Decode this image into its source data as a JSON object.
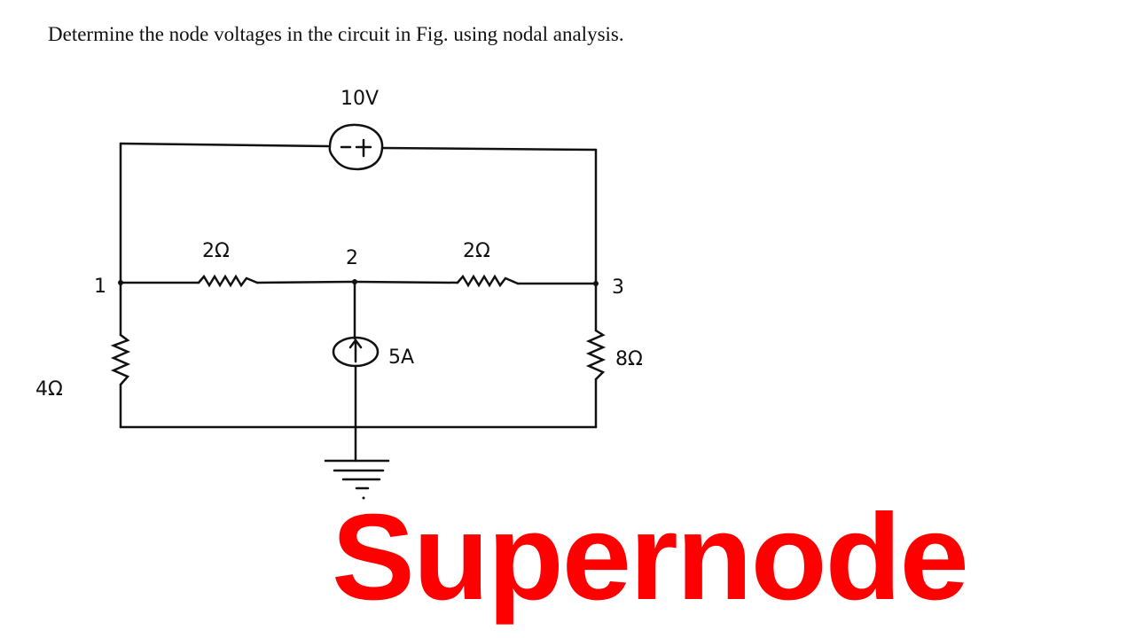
{
  "question": "Determine the node voltages in the circuit in Fig. using nodal analysis.",
  "circuit": {
    "voltage_source": {
      "label": "10V",
      "polarity_left": "−",
      "polarity_right": "+"
    },
    "resistor_1_2": {
      "label": "2Ω"
    },
    "resistor_2_3": {
      "label": "2Ω"
    },
    "resistor_4": {
      "label": "4Ω"
    },
    "resistor_8": {
      "label": "8Ω"
    },
    "current_source": {
      "label": "5A"
    },
    "nodes": {
      "n1": "1",
      "n2": "2",
      "n3": "3"
    }
  },
  "headline": "Supernode",
  "colors": {
    "headline": "#ff0000",
    "ink": "#111111"
  }
}
